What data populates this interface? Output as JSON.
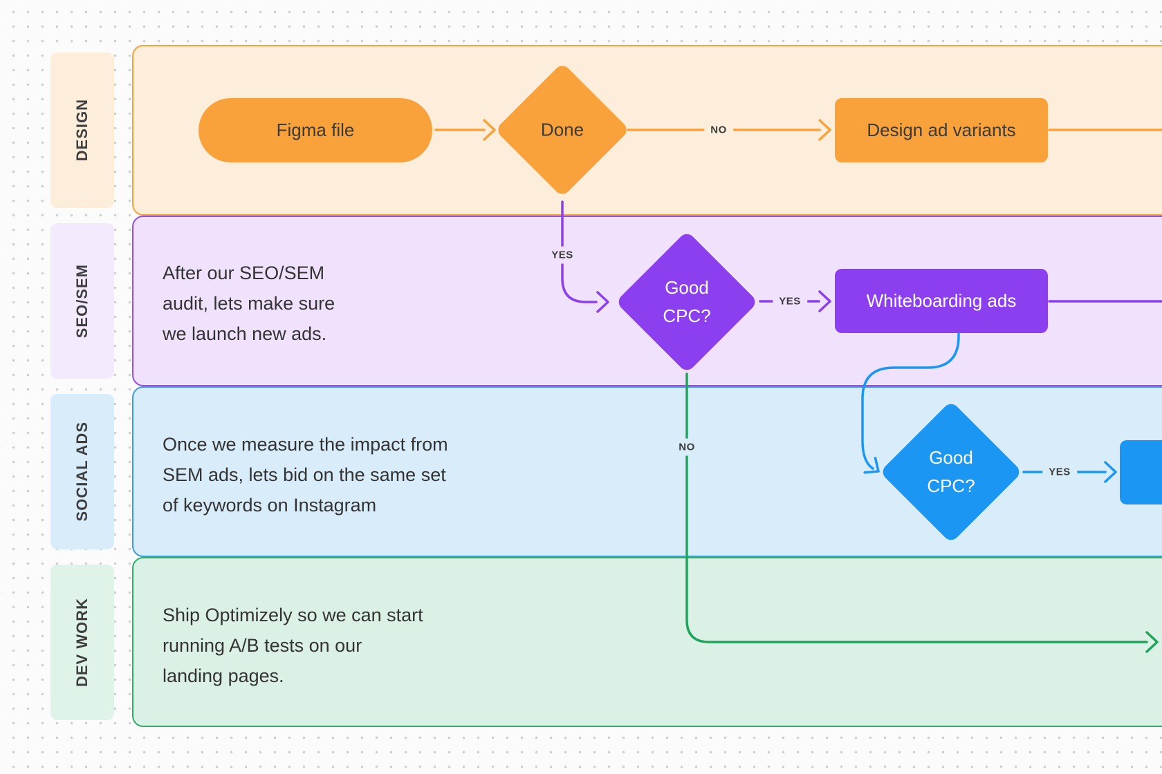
{
  "lanes": [
    {
      "id": "design",
      "label": "DESIGN",
      "note": "",
      "accent_color": "#F9A23C",
      "fill_color": "#FCEEDB"
    },
    {
      "id": "seo-sem",
      "label": "SEO/SEM",
      "note": "After our SEO/SEM\naudit, lets make sure\nwe launch new ads.",
      "accent_color": "#8B3FEF",
      "fill_color": "#F0E2FC"
    },
    {
      "id": "social-ads",
      "label": "SOCIAL ADS",
      "note": "Once we measure the impact from\nSEM ads, lets bid on the same set\nof keywords on Instagram",
      "accent_color": "#1B97F3",
      "fill_color": "#D8ECFA"
    },
    {
      "id": "dev-work",
      "label": "DEV WORK",
      "note": "Ship Optimizely so we can start\nrunning A/B tests on our\nlanding pages.",
      "accent_color": "#1FA45B",
      "fill_color": "#DCF1E5"
    }
  ],
  "nodes": {
    "figma_file": {
      "label": "Figma file",
      "type": "pill",
      "lane": "design"
    },
    "done": {
      "label": "Done",
      "type": "decision",
      "lane": "design"
    },
    "design_ad_variants": {
      "label": "Design ad variants",
      "type": "process",
      "lane": "design"
    },
    "good_cpc_sem": {
      "label": "Good\nCPC?",
      "type": "decision",
      "lane": "seo-sem"
    },
    "whiteboarding_ads": {
      "label": "Whiteboarding ads",
      "type": "process",
      "lane": "seo-sem"
    },
    "good_cpc_social": {
      "label": "Good\nCPC?",
      "type": "decision",
      "lane": "social-ads"
    },
    "social_yes_target": {
      "label": "",
      "type": "process",
      "lane": "social-ads"
    }
  },
  "edge_labels": {
    "done_no": "NO",
    "done_yes": "YES",
    "sem_cpc_yes": "YES",
    "sem_cpc_no": "NO",
    "social_cpc_yes": "YES"
  }
}
